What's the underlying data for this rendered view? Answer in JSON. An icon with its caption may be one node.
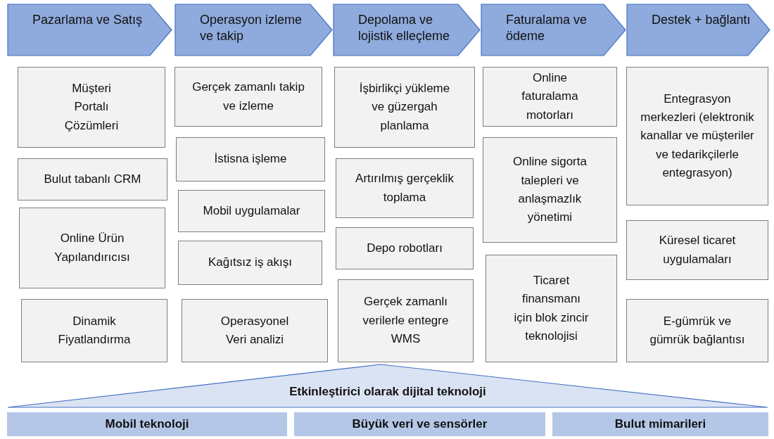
{
  "diagram": {
    "nodes": [
      {
        "text": [
          "Pazarlama ve Satış"
        ]
      },
      {
        "text": [
          "Operasyon izleme ve takip"
        ]
      },
      {
        "text": [
          "Depolama ve lojistik elleçleme"
        ]
      },
      {
        "text": [
          "Faturalama ve ödeme"
        ]
      },
      {
        "text": [
          "Destek + bağlantı"
        ]
      },
      {
        "text": [
          "Müşteri Portalı Çözümleri"
        ]
      },
      {
        "text": [
          "Bulut tabanlı CRM"
        ]
      },
      {
        "text": [
          "Online Ürün Yapılandırıcısı"
        ]
      },
      {
        "text": [
          "Dinamik Fiyatlandırma"
        ]
      },
      {
        "text": [
          "Gerçek zamanlı takip ve izleme"
        ]
      },
      {
        "text": [
          "İstisna işleme"
        ]
      },
      {
        "text": [
          "Mobil uygulamalar"
        ]
      },
      {
        "text": [
          "Kağıtsız iş akışı"
        ]
      },
      {
        "text": [
          "Operasyonel Veri analizi"
        ]
      },
      {
        "text": [
          "İşbirlikçi yükleme ve güzergah planlama"
        ]
      },
      {
        "text": [
          "Artırılmış gerçeklik toplama"
        ]
      },
      {
        "text": [
          "Depo robotları"
        ]
      },
      {
        "text": [
          "Gerçek zamanlı verilerle entegre WMS"
        ]
      },
      {
        "text": [
          "Online faturalama motorları"
        ]
      },
      {
        "text": [
          "Online sigorta talepleri ve anlaşmazlık yönetimi"
        ]
      },
      {
        "text": [
          "Ticaret finansmanı için blok zincir teknolojisi"
        ]
      },
      {
        "text": [
          "Entegrasyon merkezleri (elektronik kanallar ve müşteriler ve tedarikçilerle entegrasyon)"
        ]
      },
      {
        "text": [
          "Küresel ticaret uygulamaları"
        ]
      },
      {
        "text": [
          "E-gümrük ve gümrük bağlantısı"
        ]
      },
      {
        "text": [
          "Etkinleştirici olarak dijital teknoloji"
        ]
      },
      {
        "text": [
          "Mobil teknoloji"
        ]
      },
      {
        "text": [
          "Büyük veri ve sensörler"
        ]
      },
      {
        "text": [
          "Bulut mimarileri"
        ]
      }
    ]
  }
}
